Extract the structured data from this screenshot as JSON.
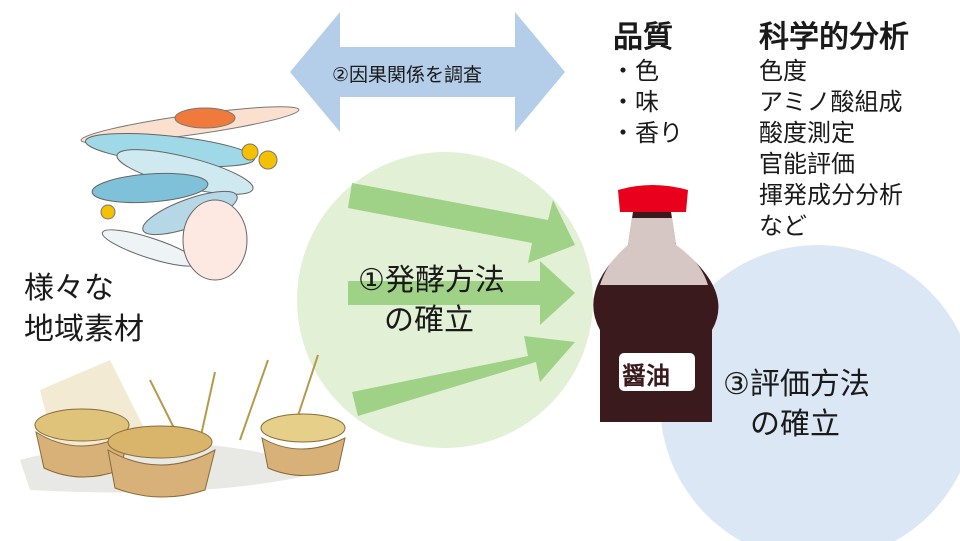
{
  "arrow_label": "②因果関係を調査",
  "center_label": [
    "①発酵方法",
    "の確立"
  ],
  "right_label": [
    "③評価方法",
    "の確立"
  ],
  "materials_label": [
    "様々な",
    "地域素材"
  ],
  "bottle_label": "醤油",
  "quality": {
    "title": "品質",
    "items": [
      "・色",
      "・味",
      "・香り"
    ]
  },
  "analysis": {
    "title": "科学的分析",
    "items": [
      "色度",
      "アミノ酸組成",
      "酸度測定",
      "官能評価",
      "揮発成分分析",
      "など"
    ]
  },
  "colors": {
    "arrow_blue": "#b4cde8",
    "arrow_green": "#9fd187",
    "circle_green": "#e2f0d6",
    "circle_blue": "#dce7f5",
    "cap_red": "#e8001c",
    "soy_dark": "#3a1a1c"
  }
}
